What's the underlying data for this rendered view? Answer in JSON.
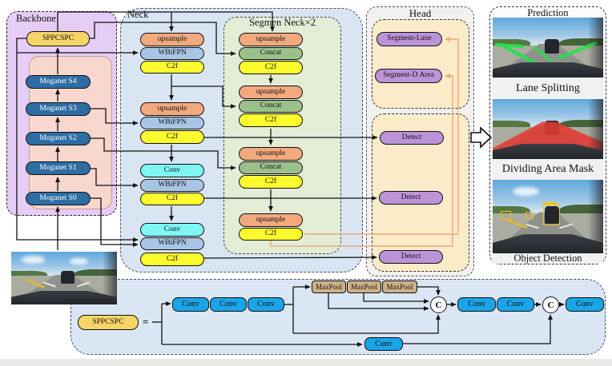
{
  "backbone": {
    "title": "Backbone",
    "sppcspc": "SPPCSPC",
    "stages": [
      "Moganet S4",
      "Moganet S3",
      "Moganet S2",
      "Moganet S1",
      "Moganet S0"
    ]
  },
  "neck": {
    "title": "Neck",
    "groups": [
      [
        "upsample",
        "WBiFPN",
        "C2f"
      ],
      [
        "upsample",
        "WBiFPN",
        "C2f"
      ],
      [
        "Conv",
        "WBiFPN",
        "C2f"
      ],
      [
        "Conv",
        "WBiFPN",
        "C2f"
      ]
    ]
  },
  "segmen_neck": {
    "title": "Segmen Neck×2",
    "groups": [
      [
        "upsample",
        "Concat",
        "C2f"
      ],
      [
        "upsample",
        "Concat",
        "C2f"
      ],
      [
        "upsample",
        "Concat",
        "C2f"
      ],
      [
        "upsample",
        "C2f"
      ]
    ]
  },
  "head": {
    "title": "Head",
    "segment": [
      "Segment-Lane",
      "Segment-D Area"
    ],
    "detect": [
      "Detect",
      "Detect",
      "Detect"
    ]
  },
  "prediction": {
    "title": "Prediction",
    "labels": [
      "Lane Splitting",
      "Dividing Area Mask",
      "Object Detection"
    ]
  },
  "sppcspc_expansion": {
    "source": "SPPCSPC",
    "equals": "=",
    "convs_in": [
      "Conv",
      "Conv",
      "Conv"
    ],
    "maxpools": [
      "MaxPool",
      "MaxPool",
      "MaxPool"
    ],
    "concat1": "C",
    "convs_mid": [
      "Conv",
      "Conv"
    ],
    "concat2": "C",
    "conv_bypass": "Conv",
    "conv_out": "Conv"
  },
  "colors": {
    "sppcspc": "#F6D468",
    "moganet": "#2E6DA4",
    "upsample": "#F2A97E",
    "wbifpn": "#A9C5E6",
    "c2f": "#FBFB2E",
    "conv_neck": "#7FF6F6",
    "concat": "#9CC08B",
    "head_block": "#BD93D8",
    "conv_detail": "#1BA4E8",
    "maxpool": "#CDB189",
    "segment_wire": "#F2A678",
    "lane_overlay": "#2ADF4D",
    "mask_overlay": "#E23A32",
    "box_overlay": "#F2C218"
  }
}
